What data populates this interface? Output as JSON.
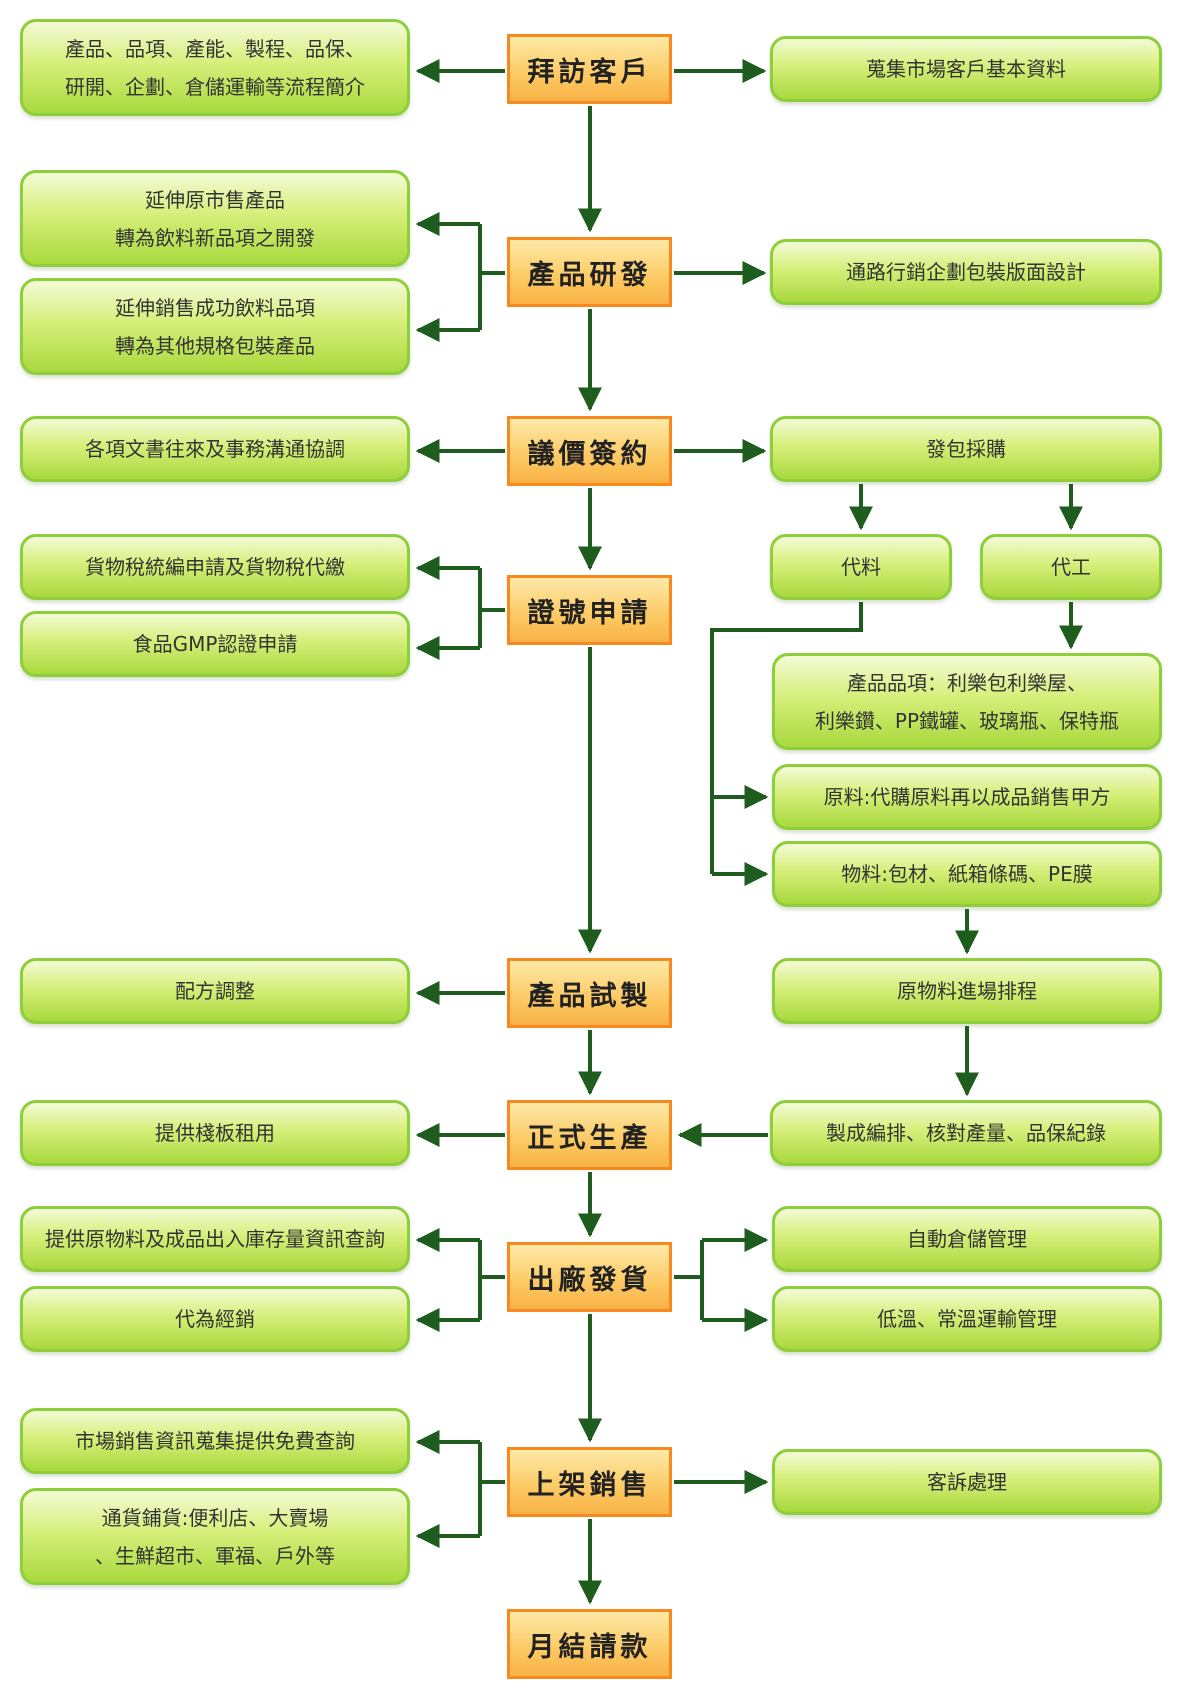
{
  "colors": {
    "connector": "#1e5d1e",
    "green_border": "#8ccf3a",
    "orange_border": "#f7891e",
    "orange_fill": "#fcc962"
  },
  "steps": {
    "visit": "拜訪客戶",
    "rd": "產品研發",
    "contract": "議價簽約",
    "license": "證號申請",
    "trial": "產品試製",
    "production": "正式生產",
    "shipping": "出廠發貨",
    "retail": "上架銷售",
    "billing": "月結請款"
  },
  "notes": {
    "process_intro": [
      "產品、品項、產能、製程、品保、",
      "研開、企劃、倉儲運輸等流程簡介"
    ],
    "market_data": [
      "蒐集市場客戶基本資料"
    ],
    "extend_products": [
      "延伸原市售產品",
      "轉為飲料新品項之開發"
    ],
    "extend_packaging": [
      "延伸銷售成功飲料品項",
      "轉為其他規格包裝產品"
    ],
    "package_design": [
      "通路行銷企劃包裝版面設計"
    ],
    "documents": [
      "各項文書往來及事務溝通協調"
    ],
    "outsourcing": [
      "發包採購"
    ],
    "tax": [
      "貨物稅統編申請及貨物稅代繳"
    ],
    "gmp": [
      "食品GMP認證申請"
    ],
    "material_supply": [
      "代料"
    ],
    "oem": [
      "代工"
    ],
    "product_items": [
      "產品品項：利樂包利樂屋、",
      "利樂鑽、PP鐵罐、玻璃瓶、保特瓶"
    ],
    "raw_material": [
      "原料:代購原料再以成品銷售甲方"
    ],
    "packaging_material": [
      "物料:包材、紙箱條碼、PE膜"
    ],
    "formula": [
      "配方調整"
    ],
    "material_schedule": [
      "原物料進場排程"
    ],
    "pallet": [
      "提供棧板租用"
    ],
    "production_record": [
      "製成編排、核對產量、品保紀錄"
    ],
    "inventory_query": [
      "提供原物料及成品出入庫存量資訊查詢"
    ],
    "distribution": [
      "代為經銷"
    ],
    "warehouse": [
      "自動倉儲管理"
    ],
    "transport": [
      "低溫、常溫運輸管理"
    ],
    "sales_info": [
      "市場銷售資訊蒐集提供免費查詢"
    ],
    "channels": [
      "通貨鋪貨:便利店、大賣場",
      "、生鮮超市、軍福、戶外等"
    ],
    "complaints": [
      "客訴處理"
    ]
  }
}
